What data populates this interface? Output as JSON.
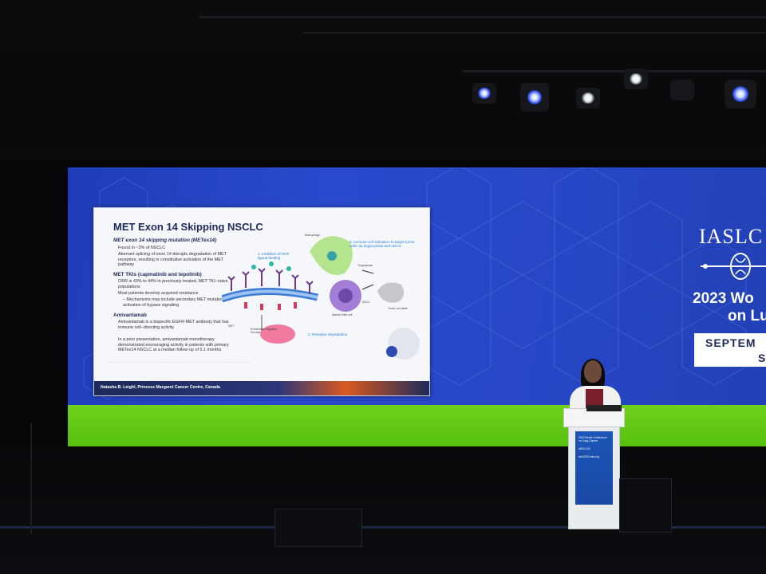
{
  "slide": {
    "title": "MET Exon 14 Skipping NSCLC",
    "section1_heading": "MET exon 14 skipping mutation (METex14)",
    "section1_bullets": [
      "Found in ~3% of NSCLC",
      "Aberrant splicing of exon 14 disrupts degradation of MET receptors, resulting in constitutive activation of the MET pathway"
    ],
    "section2_heading": "MET TKIs (capmatinib and tepotinib)",
    "section2_bullets": [
      "ORR is 43% to 44% in previously treated, MET TKI–naive populations",
      "Most patients develop acquired resistance",
      "– Mechanisms may include secondary MET mutations or activation of bypass signaling"
    ],
    "section3_heading": "Amivantamab",
    "section3_bullets": [
      "Amivantamab is a bispecific EGFR-MET antibody that has immune cell–directing activity",
      "In a prior presentation, amivantamab monotherapy demonstrated encouraging activity in patients with primary METex14 NSCLC at a median follow-up of 5.1 months"
    ],
    "figure_labels": {
      "l1": "1. Inhibition of HGF ligand binding",
      "l2": "2. Receptor degradation",
      "l3": "3. Immune cell activation to target tumor cells via trogocytosis and ADCC",
      "macrophage": "Macrophage",
      "nk": "Natural Killer cell",
      "death": "Tumor cell death",
      "prolif": "Proliferation Migration Survival",
      "met": "MET",
      "adcc": "ADCC",
      "trog": "Trogocytosis"
    },
    "footer": "Natasha B. Leighl, Princess Margaret Cancer Centre, Canada"
  },
  "branding": {
    "org": "IASLC",
    "conference_line1": "2023 Wo",
    "conference_line2": "on Lu",
    "date_line1": "SEPTEM",
    "date_line2": "SI"
  },
  "podium": {
    "title": "2023 World Conference on Lung Cancer",
    "hashtag": "#WCLC23",
    "url": "wclc2023.iaslc.org"
  },
  "colors": {
    "wall_blue": "#2746c5",
    "green_band": "#62c816",
    "slide_navy": "#1d2a5a"
  }
}
